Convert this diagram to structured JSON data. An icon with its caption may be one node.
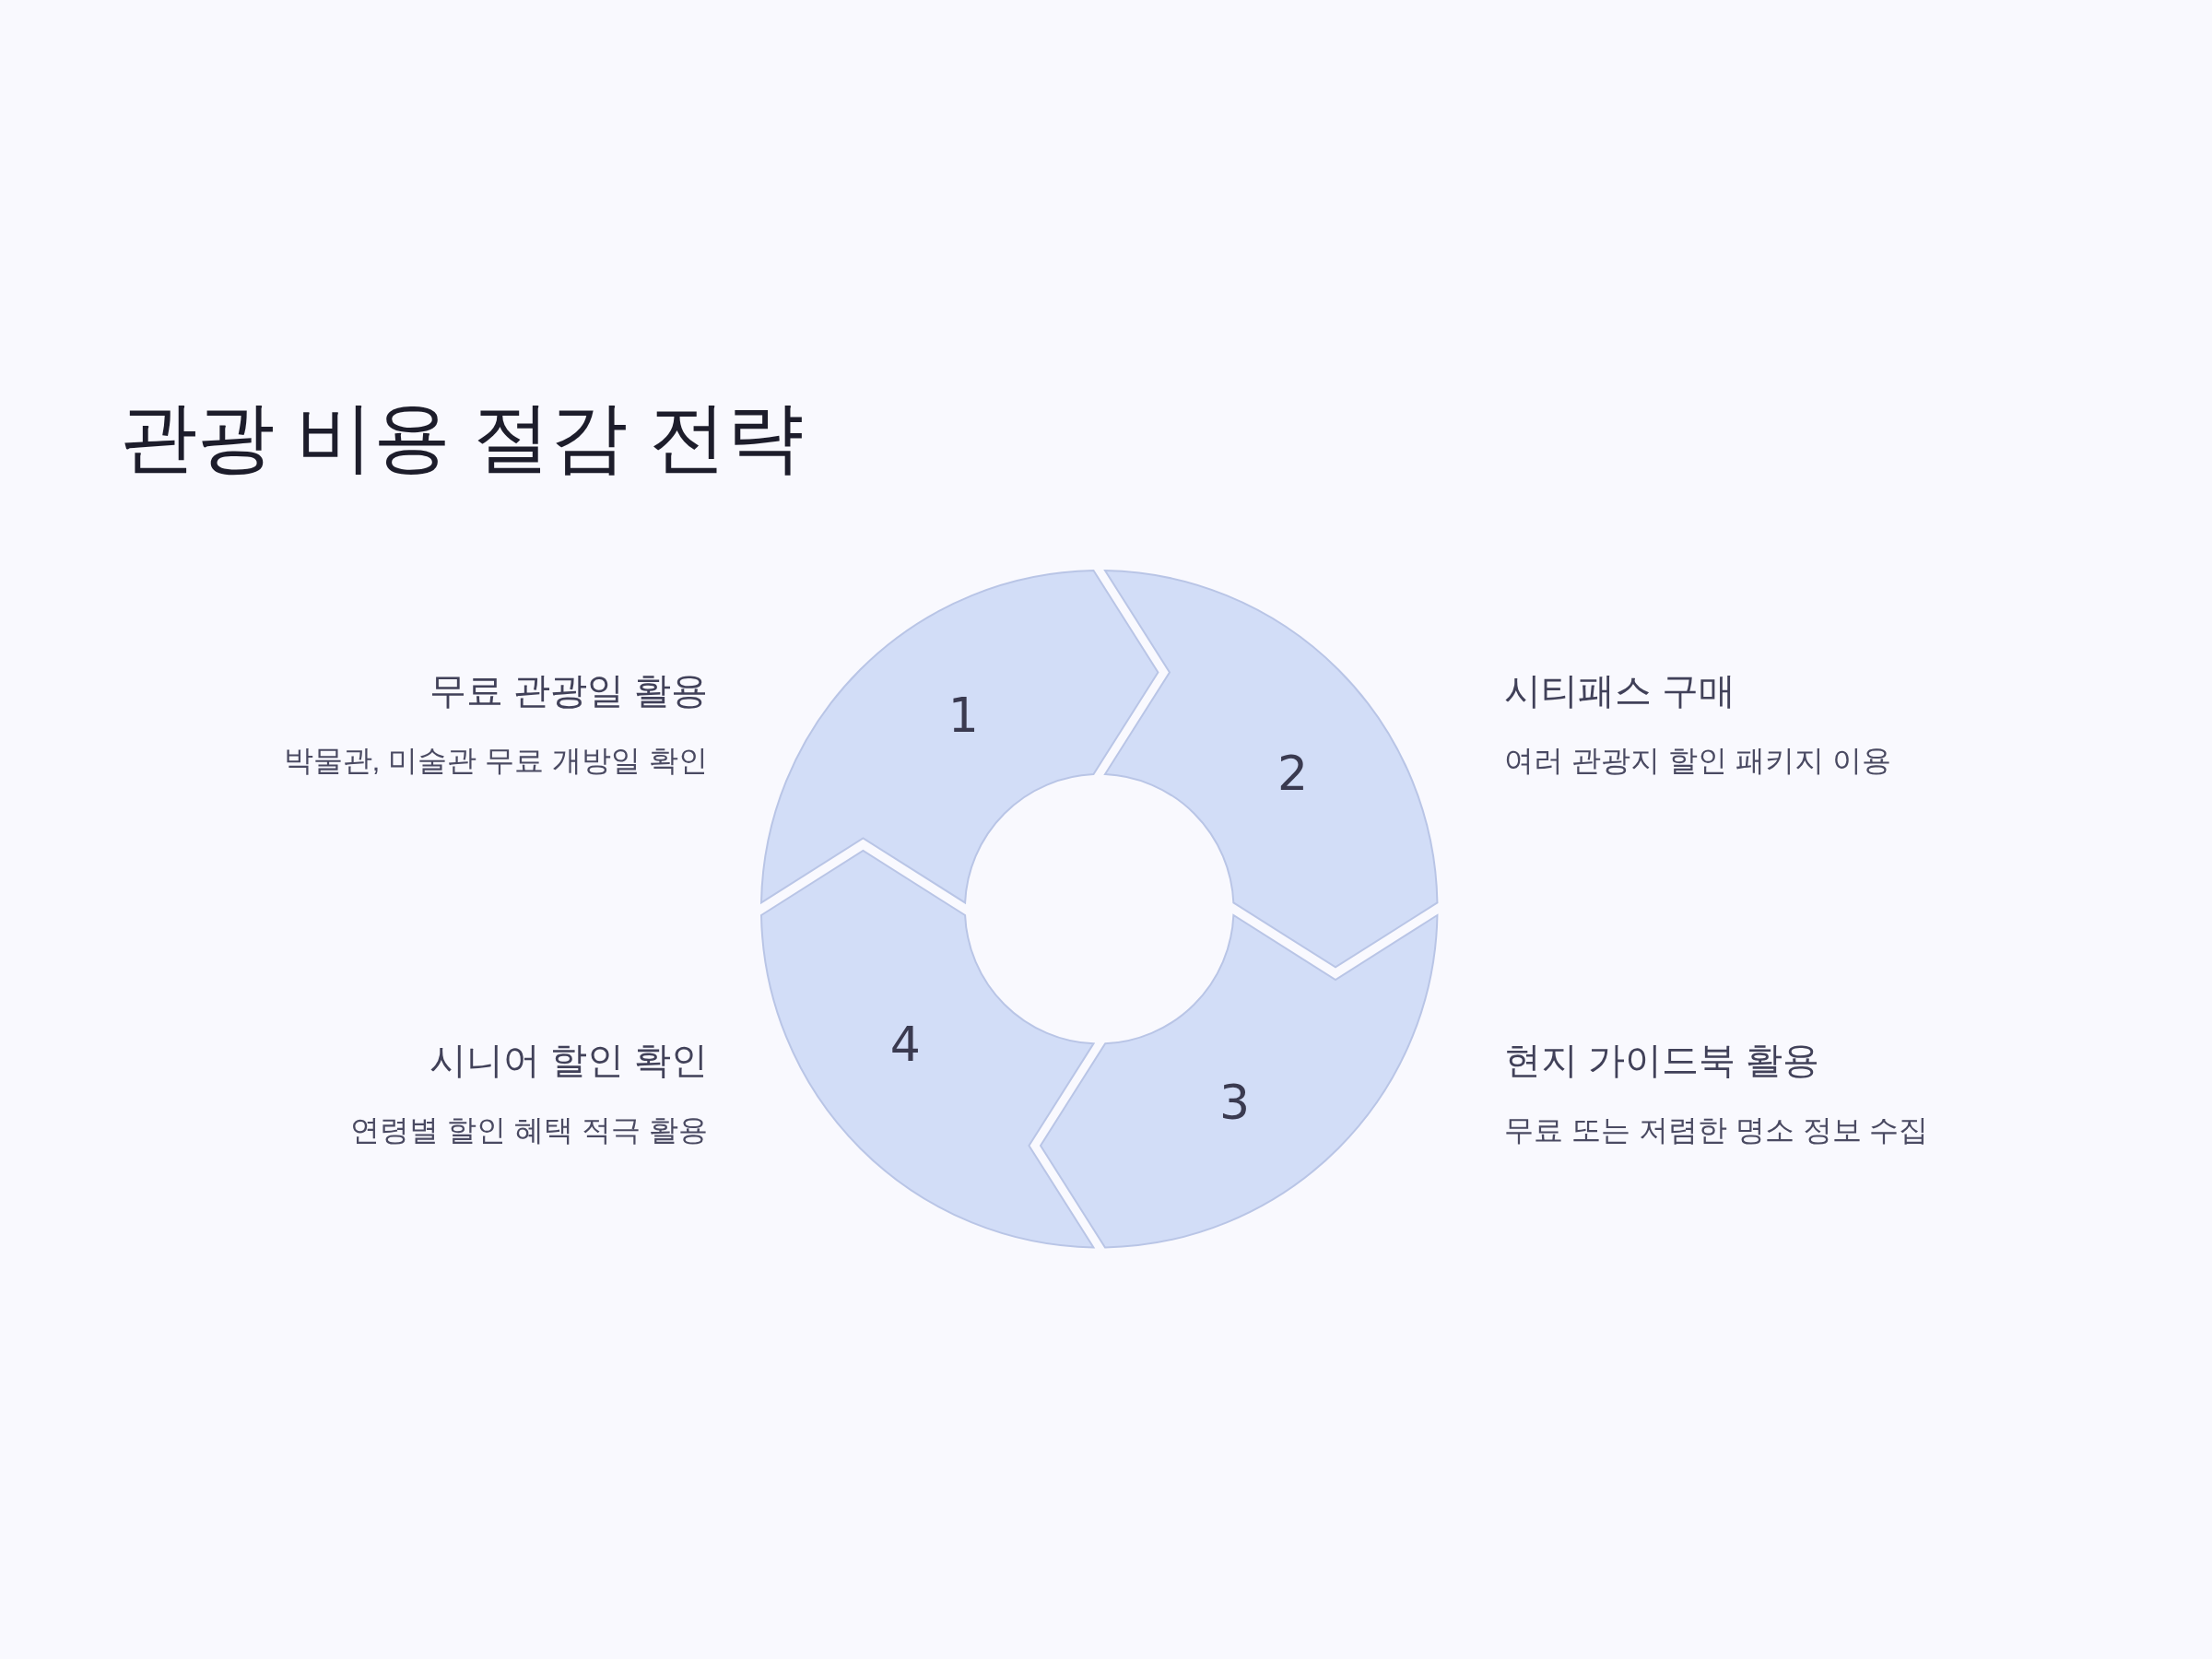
{
  "diagram": {
    "title": "관광 비용 절감 전략",
    "nodes": [
      {
        "text": [
          "1"
        ],
        "beside": [
          "무료 관광일 활용",
          "박물관, 미술관 무료 개방일 확인"
        ]
      },
      {
        "text": [
          "2"
        ],
        "beside": [
          "시티패스 구매",
          "여러 관광지 할인 패키지 이용"
        ]
      },
      {
        "text": [
          "3"
        ],
        "beside": [
          "현지 가이드북 활용",
          "무료 또는 저렴한 명소 정보 수집"
        ]
      },
      {
        "text": [
          "4"
        ],
        "beside": [
          "시니어 할인 확인",
          "연령별 할인 혜택 적극 활용"
        ]
      }
    ]
  }
}
